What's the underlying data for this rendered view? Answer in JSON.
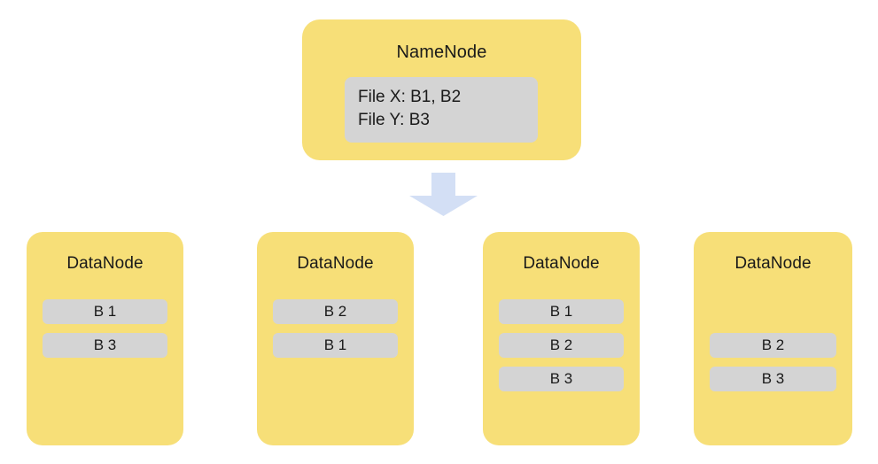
{
  "diagram": {
    "namenode": {
      "title": "NameNode",
      "metadata_lines": [
        "File X: B1, B2",
        "File Y: B3"
      ]
    },
    "arrow": {
      "icon": "arrow-down-icon",
      "color": "#D3DFF5"
    },
    "datanodes": [
      {
        "title": "DataNode",
        "blocks": [
          {
            "label": "B 1",
            "slot": 0
          },
          {
            "label": "B 3",
            "slot": 1
          }
        ]
      },
      {
        "title": "DataNode",
        "blocks": [
          {
            "label": "B 2",
            "slot": 0
          },
          {
            "label": "B 1",
            "slot": 1
          }
        ]
      },
      {
        "title": "DataNode",
        "blocks": [
          {
            "label": "B 1",
            "slot": 0
          },
          {
            "label": "B 2",
            "slot": 1
          },
          {
            "label": "B 3",
            "slot": 2
          }
        ]
      },
      {
        "title": "DataNode",
        "blocks": [
          {
            "label": "B 2",
            "slot": 1
          },
          {
            "label": "B 3",
            "slot": 2
          }
        ]
      }
    ],
    "colors": {
      "node_fill": "#F7DF78",
      "block_fill": "#D4D4D4",
      "arrow_fill": "#D3DFF5",
      "text": "#1a1a1a",
      "background": "#ffffff"
    }
  }
}
